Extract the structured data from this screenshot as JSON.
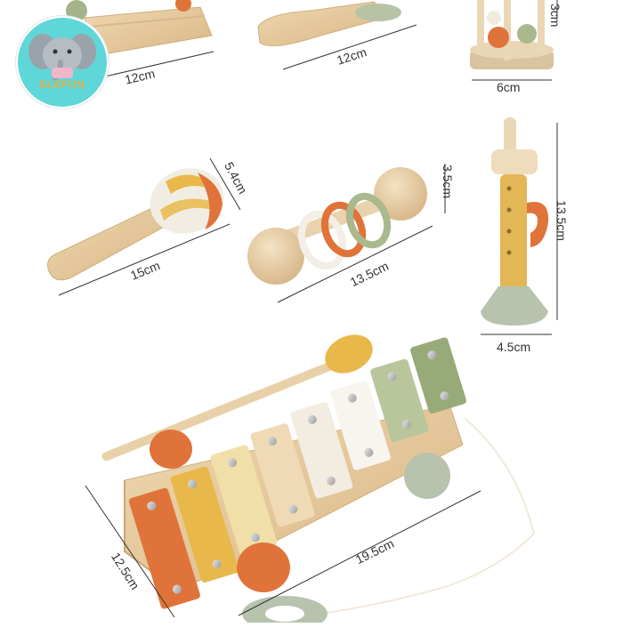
{
  "brand": {
    "name": "ELEFUN",
    "colors": {
      "badge_bg": "#5fd6d8",
      "elephant": "#9aa3aa",
      "text": "#e0b24a"
    }
  },
  "dimensions": {
    "top_left_length": "12cm",
    "top_mid_length": "12cm",
    "top_right_width": "6cm",
    "top_right_height": "3cm",
    "maraca_length": "15cm",
    "maraca_diameter": "5.4cm",
    "rattle_length": "13.5cm",
    "rattle_diameter": "3.5cm",
    "whistle_height": "13.5cm",
    "whistle_width": "4.5cm",
    "xylophone_depth": "12.5cm",
    "xylophone_length": "19.5cm"
  },
  "colors": {
    "wood": "#e8cfa4",
    "wood_dark": "#d9b98a",
    "orange": "#e0733a",
    "mustard": "#e9b84a",
    "cream": "#f3e6c7",
    "beige": "#f0d9b5",
    "white": "#f7f3ea",
    "sage": "#b9c59b",
    "green": "#98aa78",
    "grey_green": "#b7c3ad"
  }
}
